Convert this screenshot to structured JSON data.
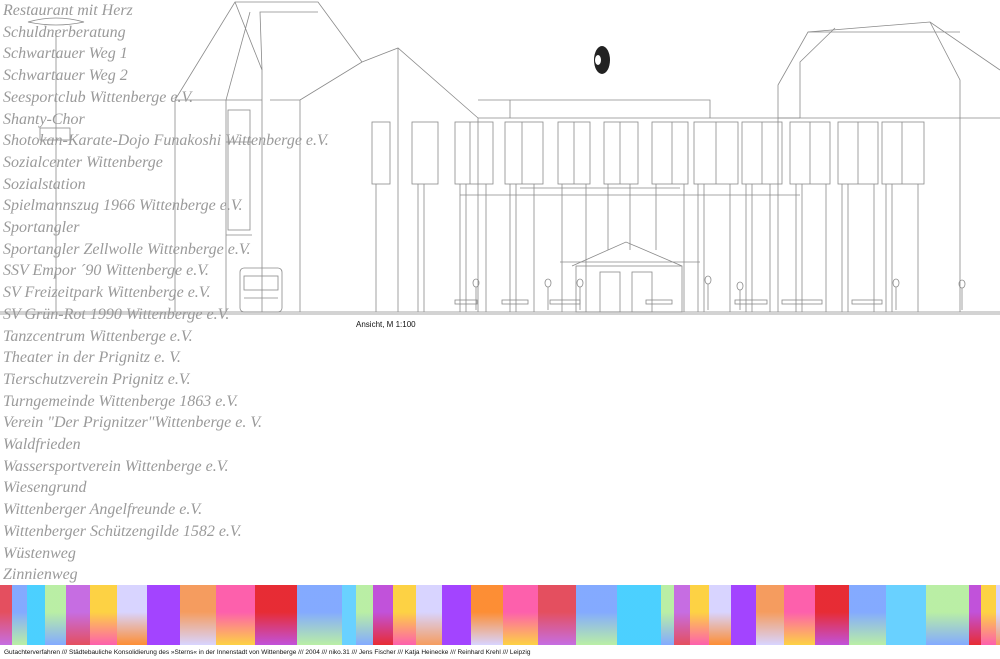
{
  "names": [
    "Restaurant mit Herz",
    "Schuldnerberatung",
    "Schwartauer Weg 1",
    "Schwartauer Weg 2",
    "Seesportclub Wittenberge e.V.",
    "Shanty-Chor",
    "Shotokan-Karate-Dojo Funakoshi Wittenberge e.V.",
    "Sozialcenter Wittenberge",
    "Sozialstation",
    "Spielmannszug 1966 Wittenberge e.V.",
    "Sportangler",
    "Sportangler Zellwolle Wittenberge e.V.",
    "SSV Empor ´90 Wittenberge e.V.",
    "SV Freizeitpark Wittenberge e.V.",
    "SV Grün-Rot 1990 Wittenberge e.V.",
    "Tanzcentrum Wittenberge e.V.",
    "Theater in der Prignitz e. V.",
    "Tierschutzverein Prignitz e.V.",
    "Turngemeinde Wittenberge 1863 e.V.",
    "Verein \"Der Prignitzer\"Wittenberge e. V.",
    "Waldfrieden",
    "Wassersportverein Wittenberge e.V.",
    "Wiesengrund",
    "Wittenberger Angelfreunde e.V.",
    "Wittenberger Schützengilde 1582 e.V.",
    "Wüstenweg",
    "Zinnienweg"
  ],
  "drawing_caption": "Ansicht, M 1:100",
  "footer_text": "Gutachterverfahren /// Städtebauliche Konsolidierung des »Sterns« in der Innenstadt von Wittenberge /// 2004 /// niko.31 /// Jens Fischer /// Katja Heinecke /// Reinhard Krehl /// Leipzig",
  "colors": {
    "line": "#8a8a8a",
    "name_text": "#9a9a9a",
    "band_palette": [
      "#e8232a",
      "#a03cff",
      "#c04bd8",
      "#7fa8ff",
      "#ff8a2a",
      "#ffd23a",
      "#44d0ff",
      "#ff5aa8",
      "#d8d4ff",
      "#b8f0a0"
    ]
  }
}
